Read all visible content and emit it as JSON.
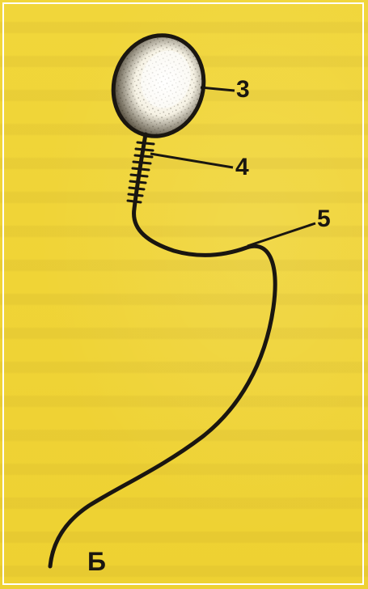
{
  "figure": {
    "labels": {
      "head": "3",
      "midpiece": "4",
      "tail": "5",
      "panel": "Б"
    }
  },
  "colors": {
    "background": "#f0d437",
    "ink": "#1a1610",
    "head_fill": "#ffffff"
  }
}
